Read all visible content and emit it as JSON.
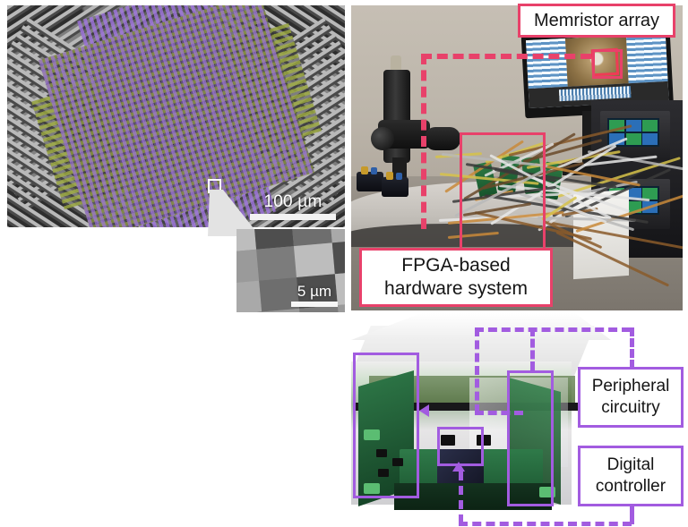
{
  "figure": {
    "panels": {
      "sem": {
        "name": "memristor-crossbar-sem",
        "scale_bar_label": "100 µm",
        "roi_marker": "white-square-roi",
        "row_electrode_color": "#96a33e",
        "column_electrode_color": "#966ed2",
        "substrate_color": "#8f8f8f"
      },
      "sem_inset": {
        "name": "single-cell-zoom",
        "scale_bar_label": "5 µm",
        "pattern": "checkerboard"
      },
      "lab_photo": {
        "name": "measurement-setup-photo",
        "annotations": [
          {
            "id": "memristor-array",
            "label": "Memristor array",
            "color": "#e8416a"
          },
          {
            "id": "fpga-hardware",
            "label": "FPGA-based\nhardware system",
            "line1": "FPGA-based",
            "line2": "hardware system",
            "color": "#e8416a"
          }
        ]
      },
      "hardware_photo": {
        "name": "fpga-board-exploded-photo",
        "annotations": [
          {
            "id": "peripheral-circuitry",
            "line1": "Peripheral",
            "line2": "circuitry",
            "color": "#a25ce0"
          },
          {
            "id": "digital-controller",
            "line1": "Digital",
            "line2": "controller",
            "color": "#a25ce0"
          }
        ]
      }
    },
    "labels": {
      "memristor_array": "Memristor array",
      "fpga_line1": "FPGA-based",
      "fpga_line2": "hardware system",
      "peripheral_line1": "Peripheral",
      "peripheral_line2": "circuitry",
      "digital_line1": "Digital",
      "digital_line2": "controller",
      "scale_100um": "100 µm",
      "scale_5um": "5 µm"
    },
    "colors": {
      "accent_pink": "#e8416a",
      "accent_purple": "#a25ce0",
      "electrode_green": "#96a33e",
      "electrode_purple": "#966ed2",
      "background": "#ffffff"
    }
  }
}
